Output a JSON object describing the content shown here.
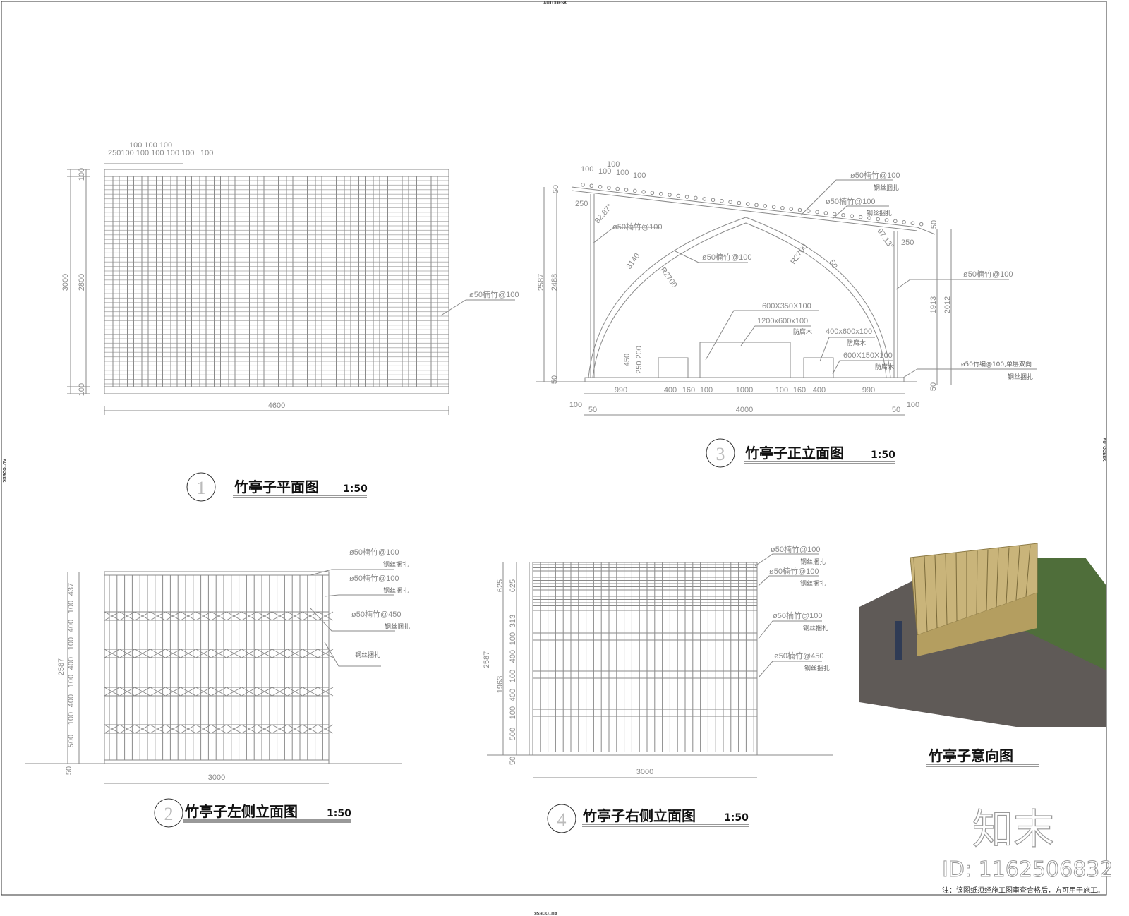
{
  "sheet": {
    "autodesk_label": "AUTODESK",
    "frame_color": "#000000",
    "line_color": "#8a8a8a"
  },
  "plan": {
    "number": "1",
    "title": "竹亭子平面图",
    "scale": "1:50",
    "dims_top_row1": "100 100 100",
    "dims_top_row2": "250100 100 100 100 100",
    "dims_top_end": "100",
    "dim_total_height": "3000",
    "dim_inner_height": "2800",
    "dim_top_edge": "100",
    "dim_bottom_edge": "100",
    "dim_width": "4600",
    "label_bamboo": "ø50楠竹@100"
  },
  "front": {
    "number": "3",
    "title": "竹亭子正立面图",
    "scale": "1:50",
    "top_dims": [
      "100",
      "100",
      "100",
      "100",
      "100"
    ],
    "dim_roof_50": "50",
    "dim_overhang_left": "250",
    "angle_left": "82.87°",
    "label_post_left": "ø50楠竹@100",
    "arc_length": "3140",
    "label_arch": "ø50楠竹@100",
    "radius_left": "R2700",
    "radius_right": "R2700",
    "dim_arch_50": "50",
    "label_roof_1": "ø50楠竹@100",
    "label_roof_1_sub": "钢丝捆扎",
    "label_roof_2": "ø50楠竹@100",
    "label_roof_2_sub": "钢丝捆扎",
    "angle_right": "97.13°",
    "dim_overhang_right": "250",
    "dim_right_50": "50",
    "label_post_right": "ø50楠竹@100",
    "dim_right_1913": "1913",
    "dim_right_2012": "2012",
    "dim_total": "2587",
    "dim_2488": "2488",
    "dim_base_50": "50",
    "label_table_top": "600X350X100",
    "label_table": "1200x600x100",
    "label_table_sub": "防腐木",
    "label_stool": "400x600x100",
    "label_stool_sub": "防腐木",
    "label_stool_leg": "600X150X100",
    "label_stool_leg_sub": "防腐木",
    "dim_450": "450",
    "dim_250_200": "250 200",
    "label_floor": "ø50竹编@100,单层双向",
    "label_floor_sub": "钢丝捆扎",
    "dim_floor_50": "50",
    "bottom_dims": [
      "990",
      "400",
      "160",
      "100",
      "1000",
      "100",
      "160",
      "400",
      "990"
    ],
    "dim_left_100": "100",
    "dim_left_50": "50",
    "dim_4000": "4000",
    "dim_right_50b": "50",
    "dim_right_100": "100"
  },
  "left": {
    "number": "2",
    "title": "竹亭子左侧立面图",
    "scale": "1:50",
    "vertical_dims": [
      "437",
      "100",
      "400",
      "100",
      "400",
      "100",
      "400",
      "100",
      "500"
    ],
    "dim_total": "2587",
    "dim_base": "50",
    "dim_width": "3000",
    "labels": [
      {
        "main": "ø50楠竹@100",
        "sub": "钢丝捆扎"
      },
      {
        "main": "ø50楠竹@100",
        "sub": "钢丝捆扎"
      },
      {
        "main": "ø50楠竹@450",
        "sub": "钢丝捆扎"
      },
      {
        "main": "",
        "sub": "钢丝捆扎"
      }
    ]
  },
  "right": {
    "number": "4",
    "title": "竹亭子右侧立面图",
    "scale": "1:50",
    "dims_outer": [
      "625"
    ],
    "vertical_dims": [
      "625",
      "313",
      "100",
      "400",
      "100",
      "400",
      "100",
      "500"
    ],
    "dim_total": "2587",
    "dim_1963": "1963",
    "dim_base": "50",
    "dim_width": "3000",
    "labels": [
      {
        "main": "ø50楠竹@100",
        "sub": "钢丝捆扎"
      },
      {
        "main": "ø50楠竹@100",
        "sub": "钢丝捆扎"
      },
      {
        "main": "ø50楠竹@100",
        "sub": "钢丝捆扎"
      },
      {
        "main": "ø50楠竹@450",
        "sub": "钢丝捆扎"
      }
    ]
  },
  "render": {
    "title": "竹亭子意向图",
    "colors": {
      "grass": "#4f6e3a",
      "stone": "#5f5a57",
      "bamboo": "#c9b47a"
    }
  },
  "branding": {
    "logo": "知末",
    "id": "ID: 1162506832",
    "note": "注：该图纸须经施工图审查合格后，方可用于施工。"
  }
}
